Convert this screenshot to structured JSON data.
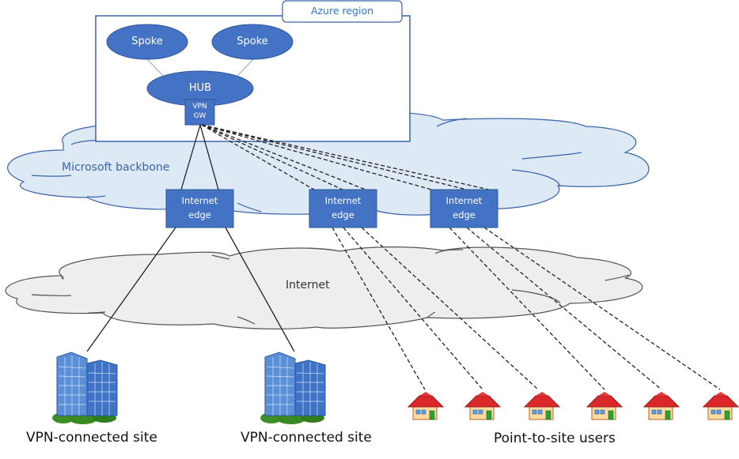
{
  "region": {
    "label": "Azure region"
  },
  "vnets": {
    "spoke_left": "Spoke",
    "spoke_right": "Spoke",
    "hub": "HUB",
    "gateway_line1": "VPN",
    "gateway_line2": "GW"
  },
  "clouds": {
    "backbone": "Microsoft backbone",
    "internet": "Internet"
  },
  "edges": [
    {
      "line1": "Internet",
      "line2": "edge"
    },
    {
      "line1": "Internet",
      "line2": "edge"
    },
    {
      "line1": "Internet",
      "line2": "edge"
    }
  ],
  "sites": [
    {
      "label": "VPN-connected site",
      "icon": "office-building-icon"
    },
    {
      "label": "VPN-connected site",
      "icon": "office-building-icon"
    }
  ],
  "p2s": {
    "label": "Point-to-site users",
    "house_count": 6,
    "icon": "house-icon"
  },
  "colors": {
    "node_fill": "#4472c4",
    "node_stroke": "#2f5597",
    "backbone_fill": "#dee9f6",
    "backbone_stroke": "#3a64a8",
    "internet_fill": "#eeeeee",
    "internet_stroke": "#555555",
    "region_label": "#2e75d6"
  }
}
